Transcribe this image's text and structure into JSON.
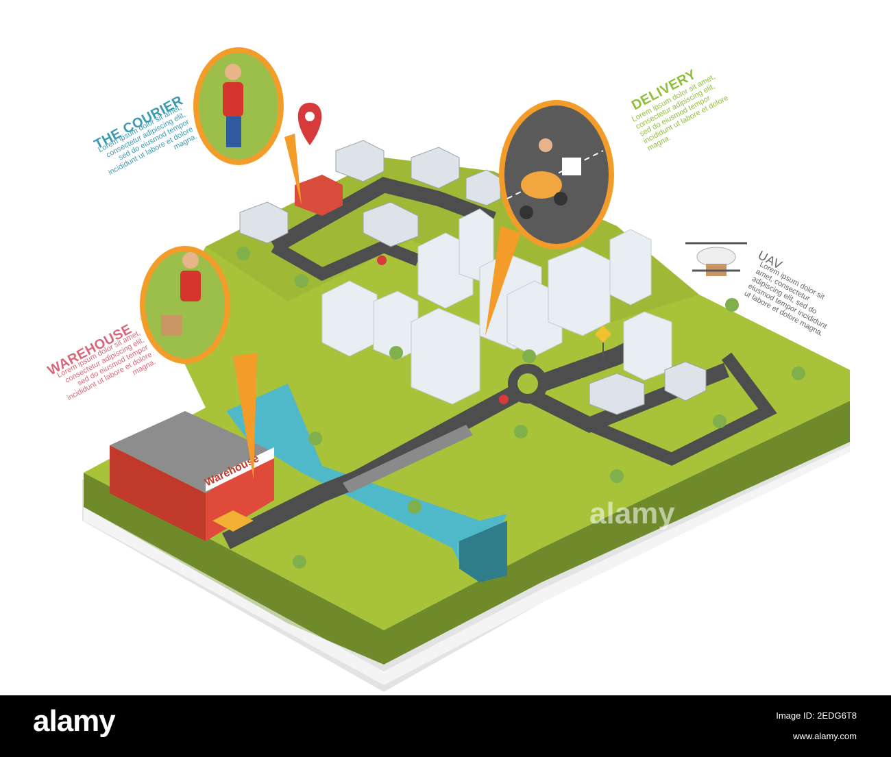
{
  "labels": {
    "courier": {
      "title": "THE COURIER",
      "text": "Lorem ipsum dolor sit amet,\nconsectetur adipiscing elit,\nsed do eiusmod tempor\nincididunt ut labore et dolore\nmagna."
    },
    "warehouse": {
      "title": "WAREHOUSE",
      "text": "Lorem ipsum dolor sit amet,\nconsectetur adipiscing elit,\nsed do eiusmod tempor\nincididunt ut labore et dolore\nmagna."
    },
    "delivery": {
      "title": "DELIVERY",
      "text": "Lorem ipsum dolor sit amet,\nconsectetur adipiscing elit,\nsed do eiusmod tempor\nincididunt ut labore et dolore\nmagna."
    },
    "uav": {
      "title": "UAV",
      "text": "Lorem ipsum dolor sit\namet, consectetur\nadipiscing elit, sed do\neiusmod tempor incididunt\nut labore et dolore magna."
    }
  },
  "building_sign": "Warehouse",
  "watermark": "alamy",
  "footer": {
    "logo": "alamy",
    "image_id_label": "Image ID: 2EDG6T8",
    "url": "www.alamy.com"
  },
  "colors": {
    "ground": "#a8c23a",
    "ground_side": "#6f8a2a",
    "road": "#4d4d4d",
    "river": "#4fb8c9",
    "bubble_border": "#f39c2a",
    "courier_color": "#3a9ab0",
    "warehouse_color": "#d9677a",
    "delivery_color": "#8fbf3a",
    "uav_color": "#666666"
  },
  "icons": [
    "location-pin-icon",
    "drone-icon",
    "warning-sign-icon",
    "stop-sign-icon",
    "tree-icon",
    "scooter-icon"
  ]
}
